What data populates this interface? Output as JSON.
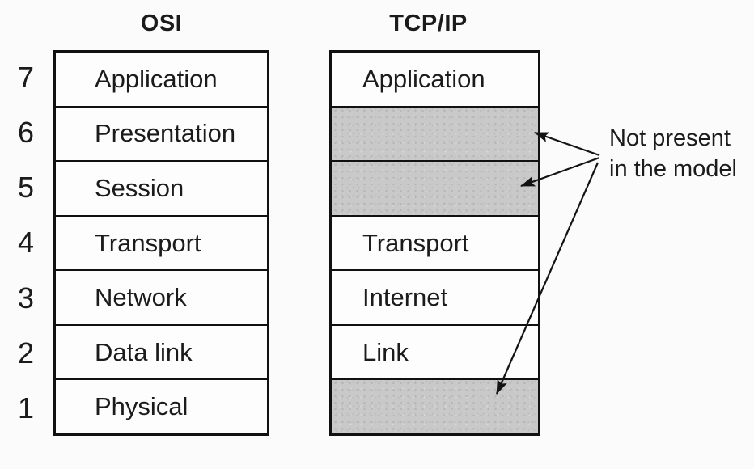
{
  "diagram": {
    "osi": {
      "title": "OSI",
      "layers": [
        {
          "number": "7",
          "label": "Application"
        },
        {
          "number": "6",
          "label": "Presentation"
        },
        {
          "number": "5",
          "label": "Session"
        },
        {
          "number": "4",
          "label": "Transport"
        },
        {
          "number": "3",
          "label": "Network"
        },
        {
          "number": "2",
          "label": "Data link"
        },
        {
          "number": "1",
          "label": "Physical"
        }
      ]
    },
    "tcpip": {
      "title": "TCP/IP",
      "layers": [
        {
          "label": "Application",
          "present": true
        },
        {
          "label": "",
          "present": false
        },
        {
          "label": "",
          "present": false
        },
        {
          "label": "Transport",
          "present": true
        },
        {
          "label": "Internet",
          "present": true
        },
        {
          "label": "Link",
          "present": true
        },
        {
          "label": "",
          "present": false
        }
      ]
    },
    "annotation": {
      "line1": "Not present",
      "line2": "in the model"
    },
    "colors": {
      "absent_fill": "#c9c9c9",
      "border": "#111111",
      "text": "#1b1b1b",
      "background": "#fbfbfb"
    }
  }
}
